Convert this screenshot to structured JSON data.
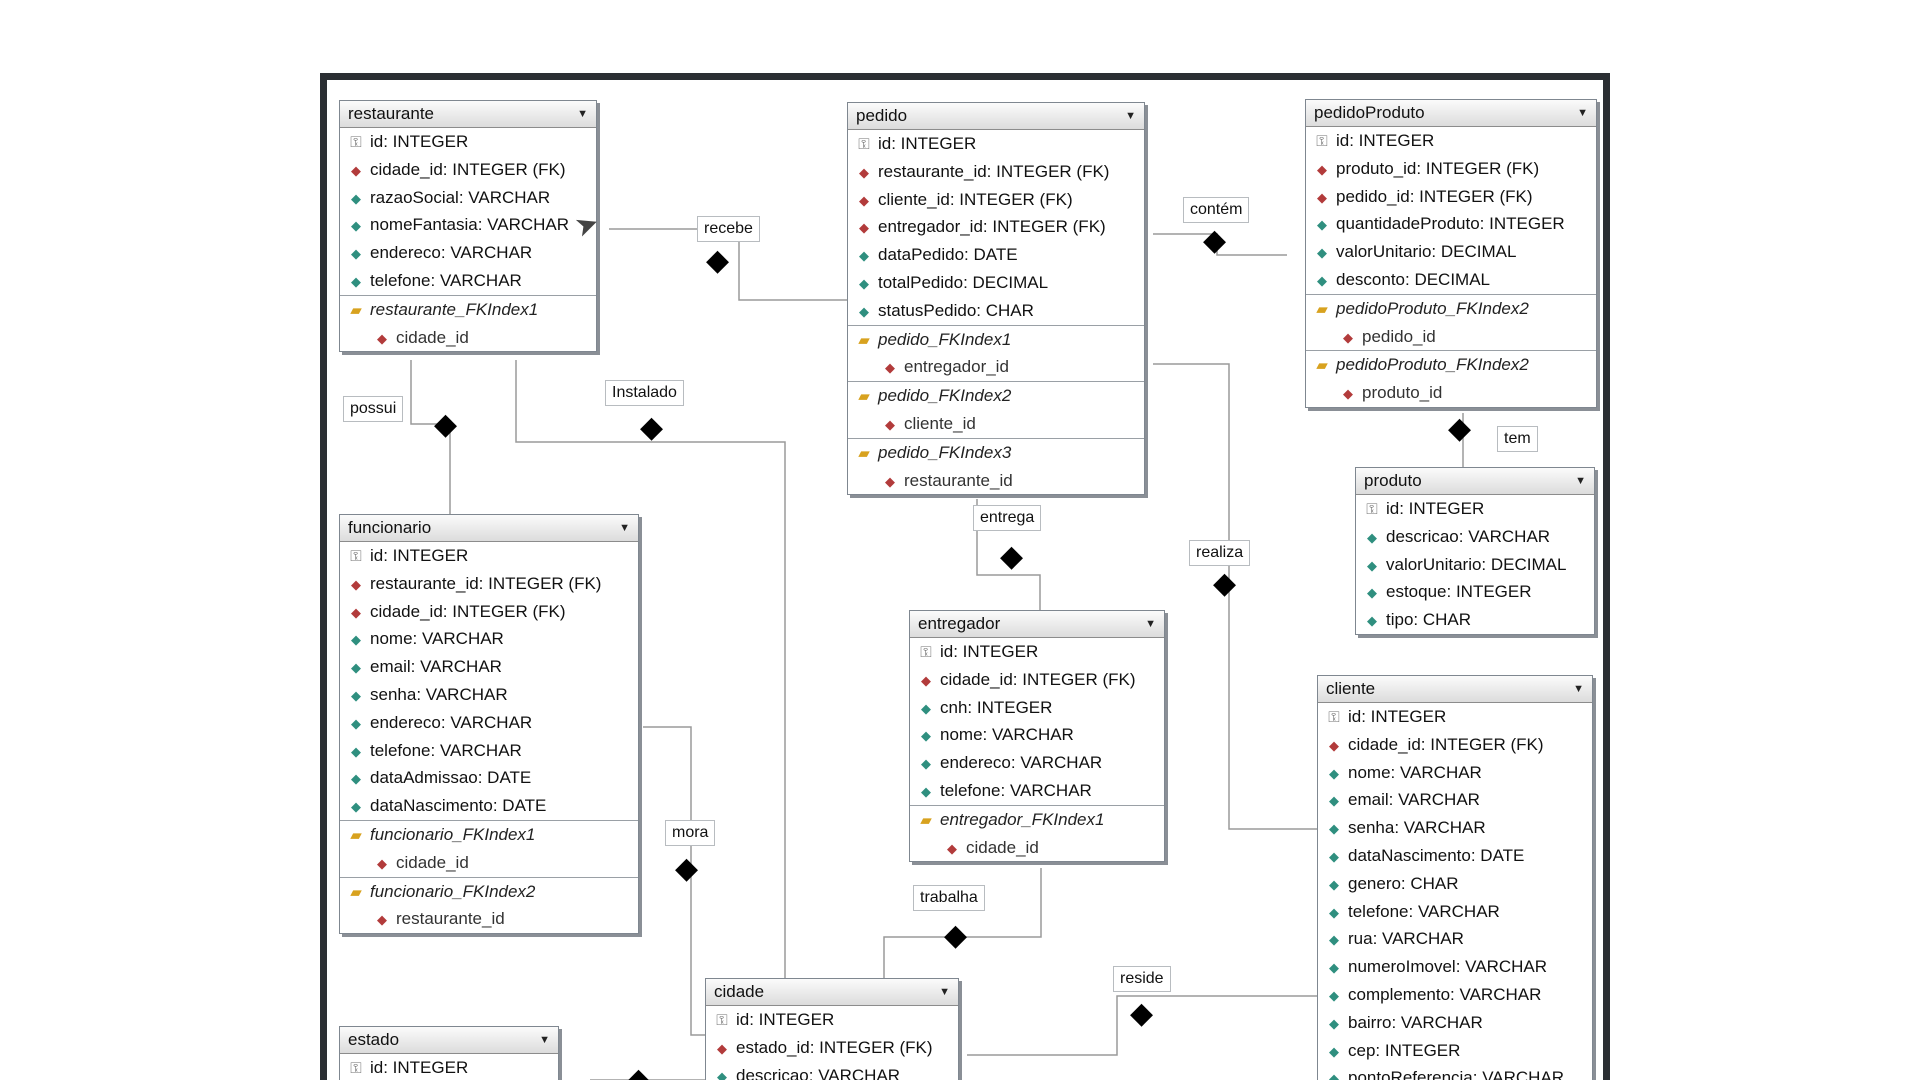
{
  "tables": {
    "restaurante": {
      "title": "restaurante",
      "rows": [
        {
          "k": "pk",
          "t": "id: INTEGER"
        },
        {
          "k": "fk",
          "t": "cidade_id: INTEGER (FK)"
        },
        {
          "k": "col",
          "t": "razaoSocial: VARCHAR"
        },
        {
          "k": "col",
          "t": "nomeFantasia: VARCHAR"
        },
        {
          "k": "col",
          "t": "endereco: VARCHAR"
        },
        {
          "k": "col",
          "t": "telefone: VARCHAR"
        },
        {
          "k": "idx",
          "t": "restaurante_FKIndex1"
        },
        {
          "k": "idxcol",
          "t": "cidade_id"
        }
      ]
    },
    "pedido": {
      "title": "pedido",
      "rows": [
        {
          "k": "pk",
          "t": "id: INTEGER"
        },
        {
          "k": "fk",
          "t": "restaurante_id: INTEGER (FK)"
        },
        {
          "k": "fk",
          "t": "cliente_id: INTEGER (FK)"
        },
        {
          "k": "fk",
          "t": "entregador_id: INTEGER (FK)"
        },
        {
          "k": "col",
          "t": "dataPedido: DATE"
        },
        {
          "k": "col",
          "t": "totalPedido: DECIMAL"
        },
        {
          "k": "col",
          "t": "statusPedido: CHAR"
        },
        {
          "k": "idx",
          "t": "pedido_FKIndex1"
        },
        {
          "k": "idxcol",
          "t": "entregador_id"
        },
        {
          "k": "idx",
          "t": "pedido_FKIndex2"
        },
        {
          "k": "idxcol",
          "t": "cliente_id"
        },
        {
          "k": "idx",
          "t": "pedido_FKIndex3"
        },
        {
          "k": "idxcol",
          "t": "restaurante_id"
        }
      ]
    },
    "pedidoProduto": {
      "title": "pedidoProduto",
      "rows": [
        {
          "k": "pk",
          "t": "id: INTEGER"
        },
        {
          "k": "fk",
          "t": "produto_id: INTEGER (FK)"
        },
        {
          "k": "fk",
          "t": "pedido_id: INTEGER (FK)"
        },
        {
          "k": "col",
          "t": "quantidadeProduto: INTEGER"
        },
        {
          "k": "col",
          "t": "valorUnitario: DECIMAL"
        },
        {
          "k": "col",
          "t": "desconto: DECIMAL"
        },
        {
          "k": "idx",
          "t": "pedidoProduto_FKIndex2"
        },
        {
          "k": "idxcol",
          "t": "pedido_id"
        },
        {
          "k": "idx",
          "t": "pedidoProduto_FKIndex2"
        },
        {
          "k": "idxcol",
          "t": "produto_id"
        }
      ]
    },
    "produto": {
      "title": "produto",
      "rows": [
        {
          "k": "pk",
          "t": "id: INTEGER"
        },
        {
          "k": "col",
          "t": "descricao: VARCHAR"
        },
        {
          "k": "col",
          "t": "valorUnitario: DECIMAL"
        },
        {
          "k": "col",
          "t": "estoque: INTEGER"
        },
        {
          "k": "col",
          "t": "tipo: CHAR"
        }
      ]
    },
    "funcionario": {
      "title": "funcionario",
      "rows": [
        {
          "k": "pk",
          "t": "id: INTEGER"
        },
        {
          "k": "fk",
          "t": "restaurante_id: INTEGER (FK)"
        },
        {
          "k": "fk",
          "t": "cidade_id: INTEGER (FK)"
        },
        {
          "k": "col",
          "t": "nome: VARCHAR"
        },
        {
          "k": "col",
          "t": "email: VARCHAR"
        },
        {
          "k": "col",
          "t": "senha: VARCHAR"
        },
        {
          "k": "col",
          "t": "endereco: VARCHAR"
        },
        {
          "k": "col",
          "t": "telefone: VARCHAR"
        },
        {
          "k": "col",
          "t": "dataAdmissao: DATE"
        },
        {
          "k": "col",
          "t": "dataNascimento: DATE"
        },
        {
          "k": "idx",
          "t": "funcionario_FKIndex1"
        },
        {
          "k": "idxcol",
          "t": "cidade_id"
        },
        {
          "k": "idx",
          "t": "funcionario_FKIndex2"
        },
        {
          "k": "idxcol",
          "t": "restaurante_id"
        }
      ]
    },
    "entregador": {
      "title": "entregador",
      "rows": [
        {
          "k": "pk",
          "t": "id: INTEGER"
        },
        {
          "k": "fk",
          "t": "cidade_id: INTEGER (FK)"
        },
        {
          "k": "col",
          "t": "cnh: INTEGER"
        },
        {
          "k": "col",
          "t": "nome: VARCHAR"
        },
        {
          "k": "col",
          "t": "endereco: VARCHAR"
        },
        {
          "k": "col",
          "t": "telefone: VARCHAR"
        },
        {
          "k": "idx",
          "t": "entregador_FKIndex1"
        },
        {
          "k": "idxcol",
          "t": "cidade_id"
        }
      ]
    },
    "cliente": {
      "title": "cliente",
      "rows": [
        {
          "k": "pk",
          "t": "id: INTEGER"
        },
        {
          "k": "fk",
          "t": "cidade_id: INTEGER (FK)"
        },
        {
          "k": "col",
          "t": "nome: VARCHAR"
        },
        {
          "k": "col",
          "t": "email: VARCHAR"
        },
        {
          "k": "col",
          "t": "senha: VARCHAR"
        },
        {
          "k": "col",
          "t": "dataNascimento: DATE"
        },
        {
          "k": "col",
          "t": "genero: CHAR"
        },
        {
          "k": "col",
          "t": "telefone: VARCHAR"
        },
        {
          "k": "col",
          "t": "rua: VARCHAR"
        },
        {
          "k": "col",
          "t": "numeroImovel: VARCHAR"
        },
        {
          "k": "col",
          "t": "complemento: VARCHAR"
        },
        {
          "k": "col",
          "t": "bairro: VARCHAR"
        },
        {
          "k": "col",
          "t": "cep: INTEGER"
        },
        {
          "k": "col",
          "t": "pontoReferencia: VARCHAR"
        }
      ]
    },
    "cidade": {
      "title": "cidade",
      "rows": [
        {
          "k": "pk",
          "t": "id: INTEGER"
        },
        {
          "k": "fk",
          "t": "estado_id: INTEGER (FK)"
        },
        {
          "k": "col",
          "t": "descricao: VARCHAR"
        }
      ]
    },
    "estado": {
      "title": "estado",
      "rows": [
        {
          "k": "pk",
          "t": "id: INTEGER"
        }
      ]
    }
  },
  "relations": {
    "recebe": "recebe",
    "contem": "contém",
    "possui": "possui",
    "instalado": "Instalado",
    "tem": "tem",
    "entrega": "entrega",
    "realiza": "realiza",
    "mora": "mora",
    "trabalha": "trabalha",
    "reside": "reside"
  },
  "icons": {
    "pk": "key-icon",
    "fk": "foreign-key-diamond-icon",
    "col": "column-diamond-icon",
    "idx": "folder-index-icon",
    "idxcol": "index-column-diamond-icon"
  },
  "colors": {
    "frame": "#2b2f33",
    "fk": "#b23b3b",
    "col": "#2f8f7f",
    "index": "#d8a21f"
  }
}
